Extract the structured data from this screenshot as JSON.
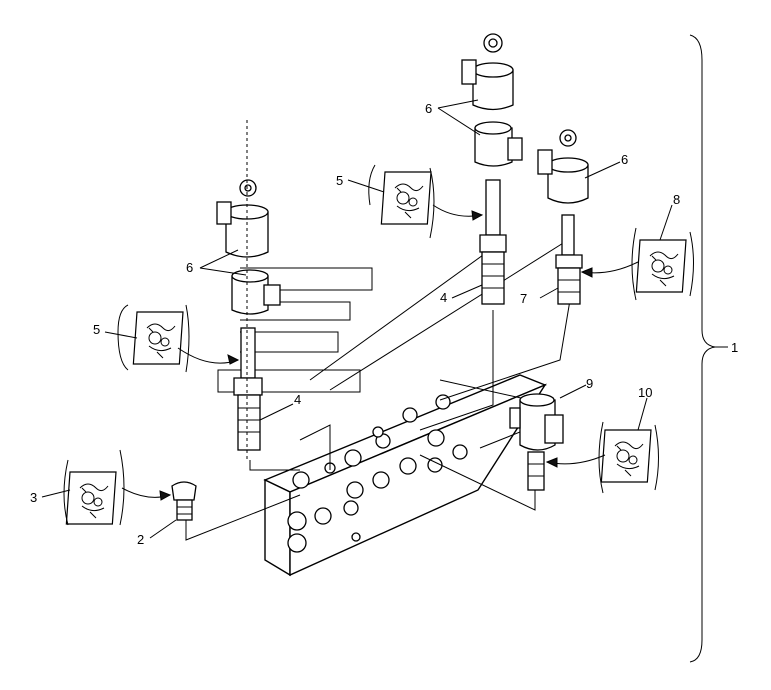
{
  "callouts": {
    "c1": "1",
    "c2": "2",
    "c3": "3",
    "c4a": "4",
    "c4b": "4",
    "c5a": "5",
    "c5b": "5",
    "c6a": "6",
    "c6b": "6",
    "c6c": "6",
    "c7": "7",
    "c8": "8",
    "c9": "9",
    "c10": "10"
  },
  "icons": [
    "lubricant-icon"
  ]
}
